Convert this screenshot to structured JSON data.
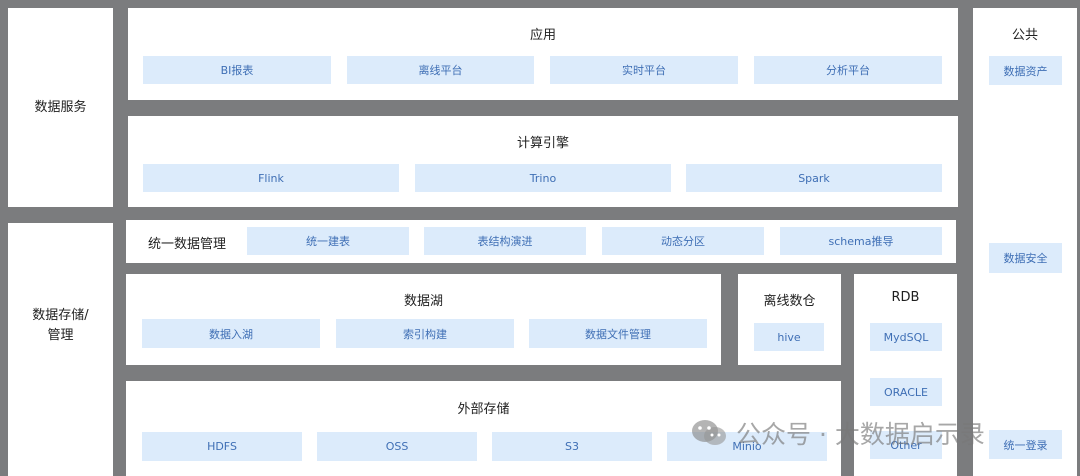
{
  "side_labels": {
    "services": "数据服务",
    "storage_line1": "数据存储/",
    "storage_line2": "管理"
  },
  "app": {
    "title": "应用",
    "items": [
      "BI报表",
      "离线平台",
      "实时平台",
      "分析平台"
    ]
  },
  "compute": {
    "title": "计算引擎",
    "items": [
      "Flink",
      "Trino",
      "Spark"
    ]
  },
  "unified": {
    "title": "统一数据管理",
    "items": [
      "统一建表",
      "表结构演进",
      "动态分区",
      "schema推导"
    ]
  },
  "lake": {
    "title": "数据湖",
    "items": [
      "数据入湖",
      "索引构建",
      "数据文件管理"
    ]
  },
  "offline": {
    "title": "离线数仓",
    "items": [
      "hive"
    ]
  },
  "rdb": {
    "title": "RDB",
    "items": [
      "MydSQL",
      "ORACLE",
      "Other"
    ]
  },
  "external": {
    "title": "外部存储",
    "items": [
      "HDFS",
      "OSS",
      "S3",
      "Minio"
    ]
  },
  "common": {
    "title": "公共",
    "items": [
      "数据资产",
      "数据安全",
      "统一登录"
    ]
  },
  "watermark": {
    "text": "公众号 · 大数据启示录"
  },
  "colors": {
    "background": "#7b7c7e",
    "panel": "#ffffff",
    "chip_fill": "#dcebfb",
    "chip_text": "#3f6fb5"
  }
}
